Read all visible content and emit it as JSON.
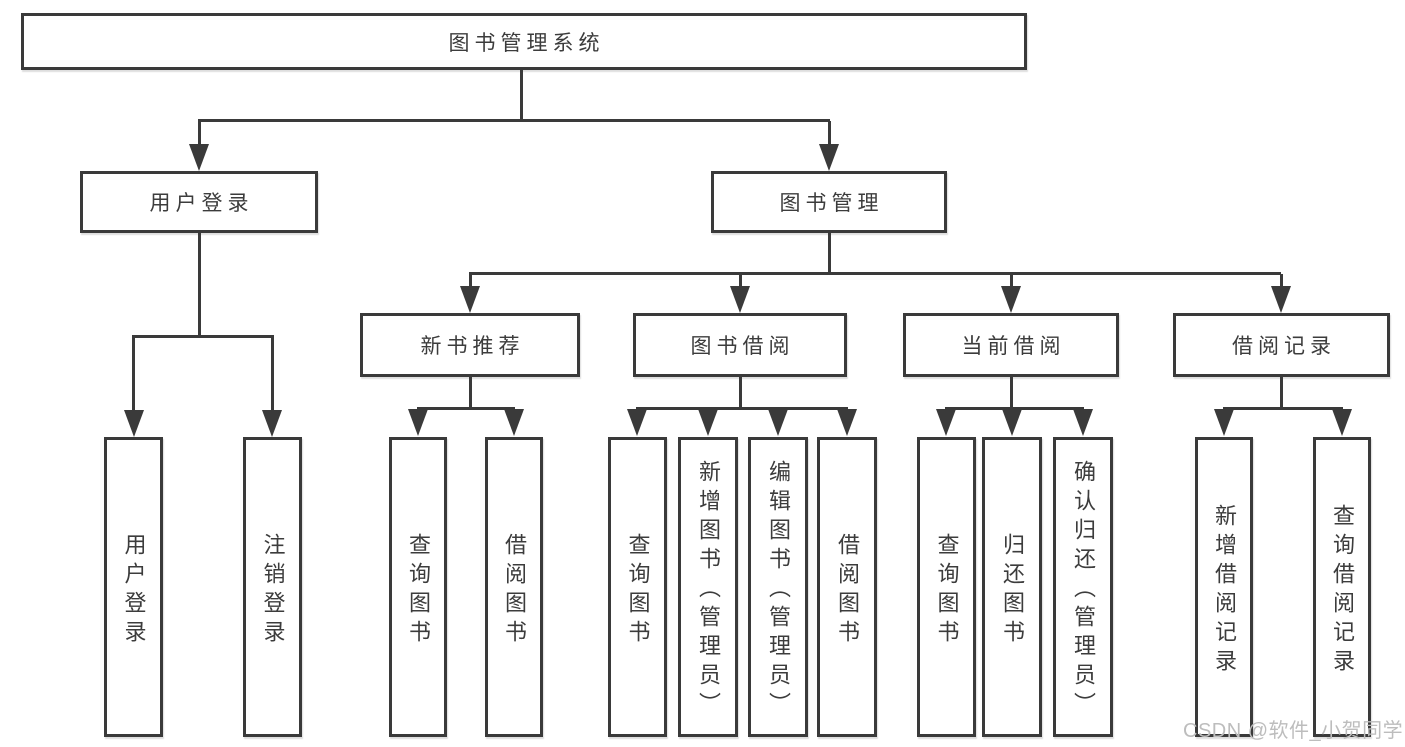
{
  "diagram": {
    "root": {
      "label": "图书管理系统"
    },
    "branches": [
      {
        "label": "用户登录",
        "children": [
          {
            "label": "用户登录"
          },
          {
            "label": "注销登录"
          }
        ]
      },
      {
        "label": "图书管理",
        "children": [
          {
            "label": "新书推荐",
            "children": [
              {
                "label": "查询图书"
              },
              {
                "label": "借阅图书"
              }
            ]
          },
          {
            "label": "图书借阅",
            "children": [
              {
                "label": "查询图书"
              },
              {
                "label": "新增图书（管理员）"
              },
              {
                "label": "编辑图书（管理员）"
              },
              {
                "label": "借阅图书"
              }
            ]
          },
          {
            "label": "当前借阅",
            "children": [
              {
                "label": "查询图书"
              },
              {
                "label": "归还图书"
              },
              {
                "label": "确认归还（管理员）"
              }
            ]
          },
          {
            "label": "借阅记录",
            "children": [
              {
                "label": "新增借阅记录"
              },
              {
                "label": "查询借阅记录"
              }
            ]
          }
        ]
      }
    ]
  },
  "watermark": {
    "text": "CSDN @软件_小贺同学",
    "color": "#bdbdbd"
  },
  "colors": {
    "line": "#3a3a3a",
    "text": "#3c3c3c",
    "background": "#ffffff"
  }
}
